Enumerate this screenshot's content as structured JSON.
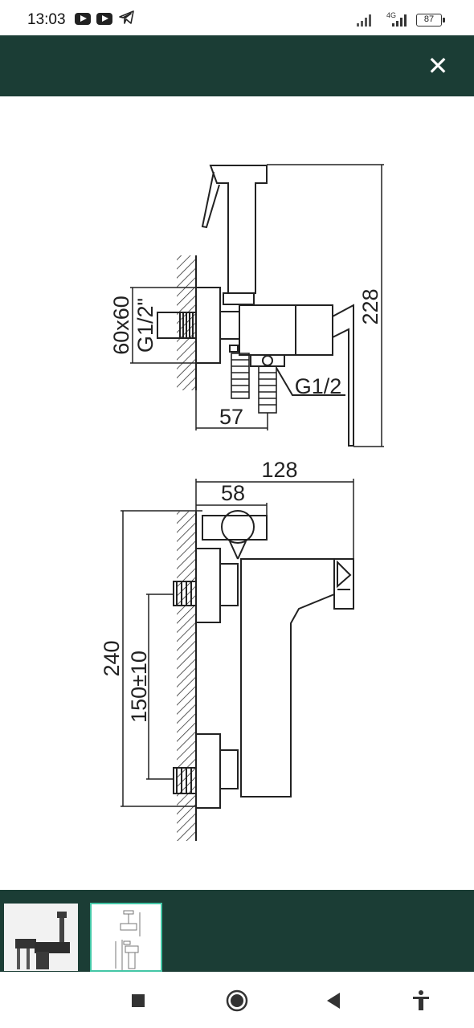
{
  "status_bar": {
    "time": "13:03",
    "network": "4G",
    "battery": "87",
    "icons": [
      "youtube-icon",
      "youtube-icon",
      "telegram-icon",
      "signal-icon",
      "signal-icon",
      "battery-icon"
    ]
  },
  "viewer": {
    "close_icon": "close-icon",
    "background_color": "#1b3d35"
  },
  "drawing": {
    "top_view": {
      "dim_height": "228",
      "dim_offset": "57",
      "label_flange": "60x60",
      "label_thread_wall": "G1/2\"",
      "label_thread_outlet": "G1/2"
    },
    "front_view": {
      "dim_width": "128",
      "dim_handle": "58",
      "dim_height": "240",
      "dim_centers": "150±10"
    }
  },
  "thumbnails": [
    {
      "name": "product-photo",
      "selected": false
    },
    {
      "name": "technical-drawing",
      "selected": true
    }
  ],
  "nav_bar": {
    "buttons": [
      "square-icon",
      "home-circle-icon",
      "back-triangle-icon",
      "accessibility-icon"
    ]
  }
}
